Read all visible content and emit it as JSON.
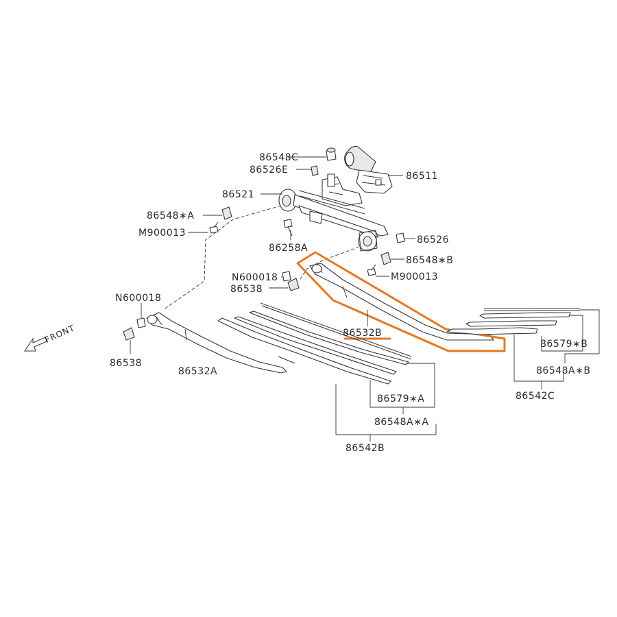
{
  "colors": {
    "highlight": "#e87722",
    "line": "#333333",
    "background": "#ffffff"
  },
  "front_label": "FRONT",
  "labels": {
    "l_86548C": "86548C",
    "l_86526E": "86526E",
    "l_86511": "86511",
    "l_86521": "86521",
    "l_86548A": "86548∗A",
    "l_M900013a": "M900013",
    "l_86258A": "86258A",
    "l_86526": "86526",
    "l_86548B": "86548∗B",
    "l_M900013b": "M900013",
    "l_N600018a": "N600018",
    "l_86538a": "86538",
    "l_N600018b": "N600018",
    "l_86538b": "86538",
    "l_86532B": "86532B",
    "l_86532A": "86532A",
    "l_86579A": "86579∗A",
    "l_86548AA": "86548A∗A",
    "l_86542B": "86542B",
    "l_86579B": "86579∗B",
    "l_86548AB": "86548A∗B",
    "l_86542C": "86542C"
  }
}
